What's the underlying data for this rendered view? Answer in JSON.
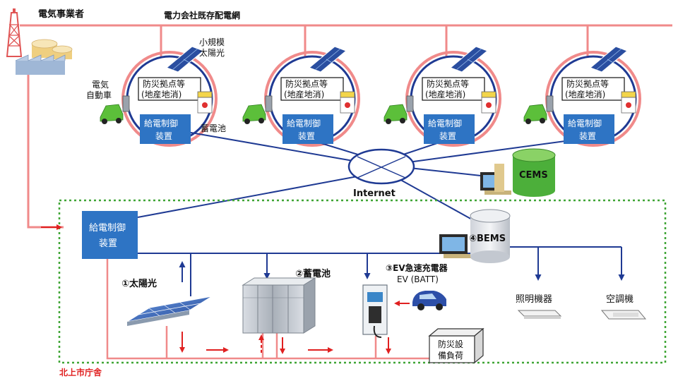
{
  "header": {
    "utility": "電気事業者",
    "grid": "電力会社既存配電網"
  },
  "microgrids": [
    {
      "site_line1": "防災拠点等",
      "site_line2": "(地産地消)",
      "ctrl_line1": "給電制御",
      "ctrl_line2": "装置"
    },
    {
      "site_line1": "防災拠点等",
      "site_line2": "(地産地消)",
      "ctrl_line1": "給電制御",
      "ctrl_line2": "装置"
    },
    {
      "site_line1": "防災拠点等",
      "site_line2": "(地産地消)",
      "ctrl_line1": "給電制御",
      "ctrl_line2": "装置"
    },
    {
      "site_line1": "防災拠点等",
      "site_line2": "(地産地消)",
      "ctrl_line1": "給電制御",
      "ctrl_line2": "装置"
    }
  ],
  "first_site_labels": {
    "solar_line1": "小規模",
    "solar_line2": "太陽光",
    "ev_line1": "電気",
    "ev_line2": "自動車",
    "battery": "蓄電池"
  },
  "network": {
    "internet": "Internet",
    "cems": "CEMS",
    "bems": "④BEMS"
  },
  "city_hall": {
    "name": "北上市庁舎",
    "ctrl_line1": "給電制御",
    "ctrl_line2": "装置",
    "solar": "①太陽光",
    "battery": "②蓄電池",
    "ev_charger": "③EV急速充電器",
    "ev_batt": "EV (BATT)",
    "lighting": "照明機器",
    "aircon": "空調機",
    "disaster_line1": "防災設",
    "disaster_line2": "備負荷"
  },
  "colors": {
    "grid_line": "#f08a8a",
    "comm_line": "#1f3a93",
    "flow_arrow": "#e02020",
    "controller": "#2e74c4",
    "boundary": "#3fa535",
    "cems": "#4caf3a",
    "city_label": "#e02020"
  }
}
